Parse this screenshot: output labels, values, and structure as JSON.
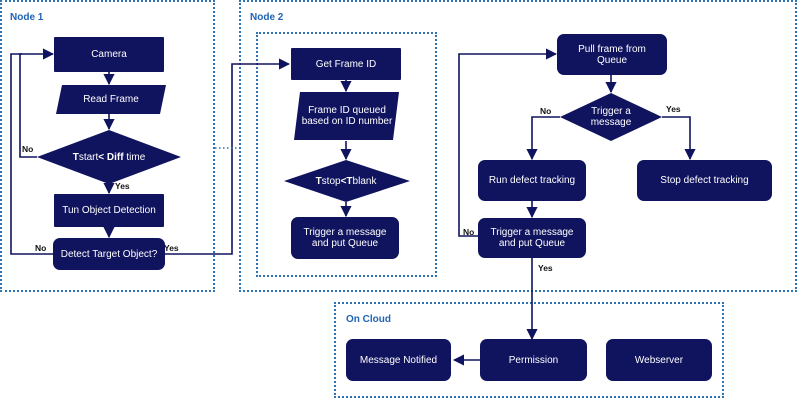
{
  "panels": {
    "node1": "Node 1",
    "node2": "Node 2",
    "cloud": "On Cloud"
  },
  "node1": {
    "camera": "Camera",
    "read_frame": "Read Frame",
    "cond": {
      "t1": "T",
      "t2": "start",
      "t3": "< ",
      "t4": "Diff",
      "t5": " time"
    },
    "run_detection": "Tun Object Detection",
    "detect_target": "Detect Target Object?",
    "no_top": "No",
    "yes_mid": "Yes",
    "no_bottom": "No",
    "yes_right": "Yes"
  },
  "node2": {
    "get_frame_id": "Get Frame ID",
    "frame_id_queued": "Frame ID queued based on ID number",
    "cond": {
      "t1": "T",
      "t2": "stop",
      "t3": "<",
      "t4": "T",
      "t5": "blank"
    },
    "trigger_put_queue": "Trigger a message and put Queue",
    "pull_frame": "Pull frame from Queue",
    "trigger_decision": "Trigger a message",
    "no_left": "No",
    "yes_right": "Yes",
    "run_defect": "Run defect tracking",
    "stop_defect": "Stop defect tracking",
    "trigger_put_queue_2": "Trigger a message and put Queue",
    "no_loop": "No",
    "yes_down": "Yes"
  },
  "cloud": {
    "message_notified": "Message Notified",
    "permission": "Permission",
    "webserver": "Webserver"
  },
  "colors": {
    "box_fill": "#10135e",
    "panel_border": "#2e74b5",
    "panel_title": "#1f63b5",
    "line": "#10135e"
  }
}
